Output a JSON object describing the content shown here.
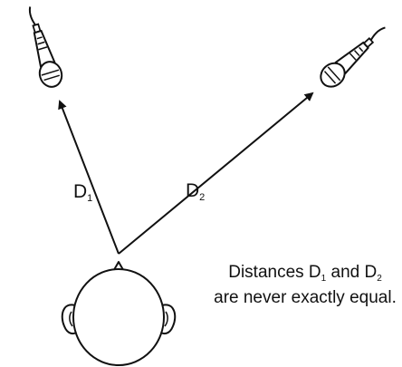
{
  "labels": {
    "d1": {
      "main": "D",
      "sub": "1"
    },
    "d2": {
      "main": "D",
      "sub": "2"
    }
  },
  "caption": {
    "line1": {
      "prefix": "Distances D",
      "sub1": "1",
      "middle": " and D",
      "sub2": "2"
    },
    "line2": "are never exactly equal."
  },
  "icons": [
    "microphone-icon",
    "microphone-icon",
    "head-icon"
  ],
  "colors": {
    "ink": "#111111",
    "background": "#ffffff"
  }
}
